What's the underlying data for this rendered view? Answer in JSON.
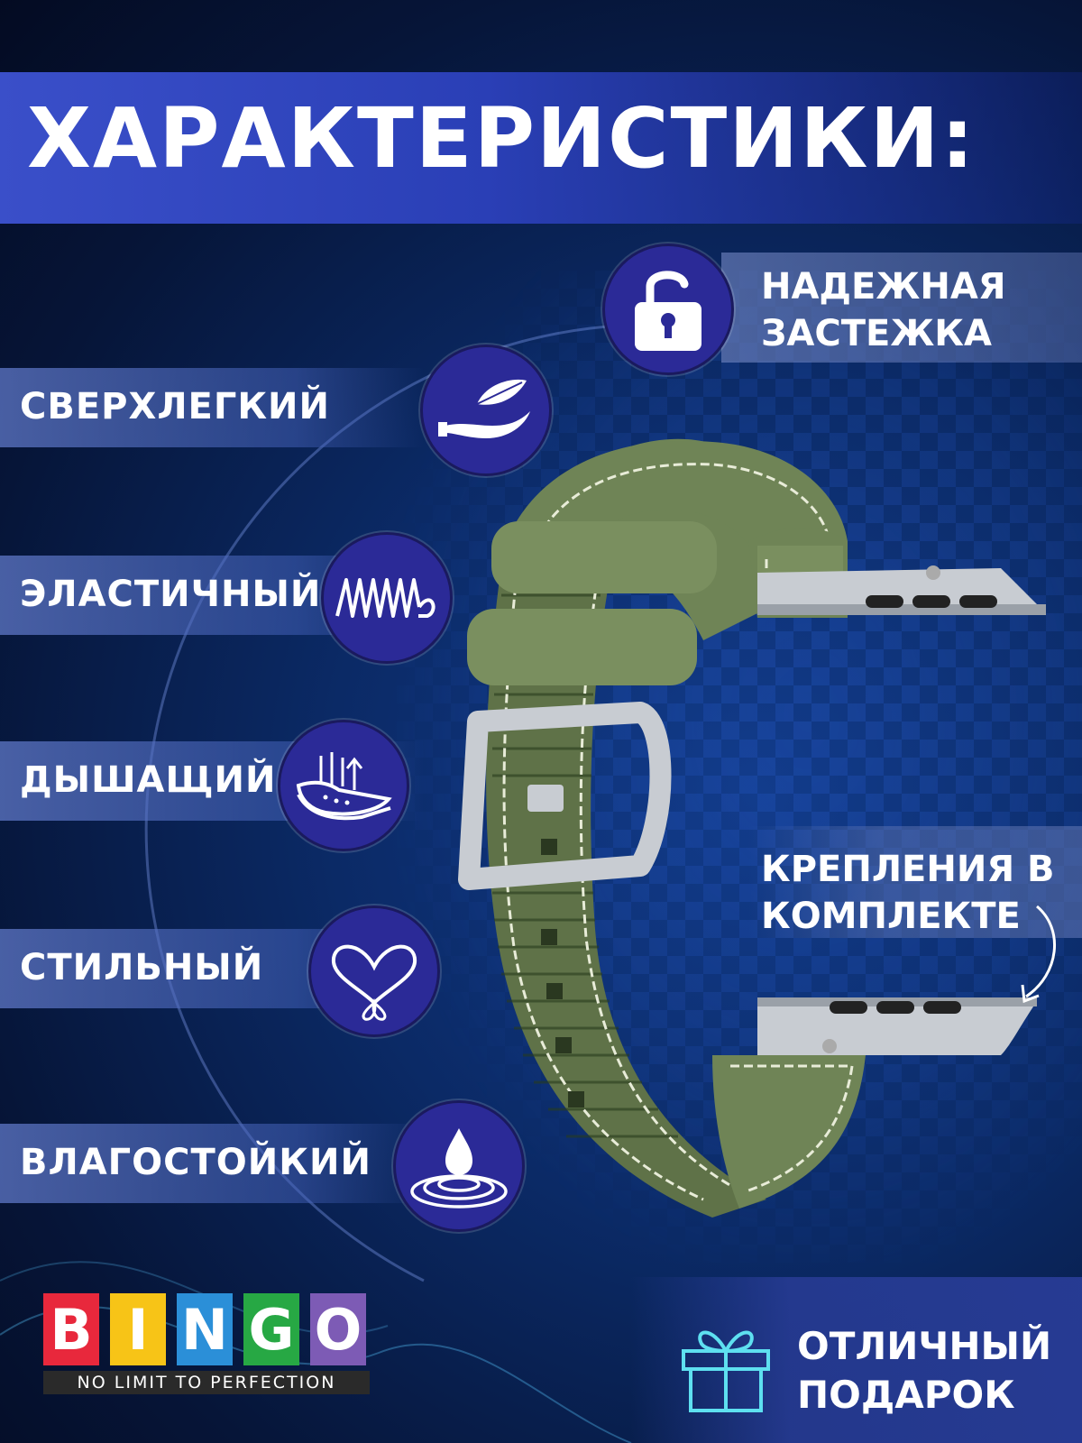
{
  "title": "ХАРАКТЕРИСТИКИ:",
  "features": [
    {
      "label": "СВЕРХЛЕГКИЙ",
      "icon": "feather-hand-icon"
    },
    {
      "label": "ЭЛАСТИЧНЫЙ",
      "icon": "spring-icon"
    },
    {
      "label": "ДЫШАЩИЙ",
      "icon": "breathable-fabric-icon"
    },
    {
      "label": "СТИЛЬНЫЙ",
      "icon": "heart-icon"
    },
    {
      "label": "ВЛАГОСТОЙКИЙ",
      "icon": "water-drop-icon"
    }
  ],
  "clasp": {
    "line1": "НАДЕЖНАЯ",
    "line2": "ЗАСТЕЖКА",
    "icon": "padlock-icon"
  },
  "mounts": {
    "line1": "КРЕПЛЕНИЯ В",
    "line2": "КОМПЛЕКТЕ"
  },
  "gift": {
    "line1": "ОТЛИЧНЫЙ",
    "line2": "ПОДАРОК",
    "icon": "gift-icon"
  },
  "logo": {
    "letters": [
      "B",
      "I",
      "N",
      "G",
      "O"
    ],
    "colors": [
      "#e8283c",
      "#f7c417",
      "#2b8fd8",
      "#27a844",
      "#7d5bb5"
    ],
    "tagline": "NO LIMIT TO PERFECTION"
  },
  "colors": {
    "icon_circle": "#2b2a97",
    "strap": "#6f8456",
    "title_band": "#3a4fc9"
  }
}
